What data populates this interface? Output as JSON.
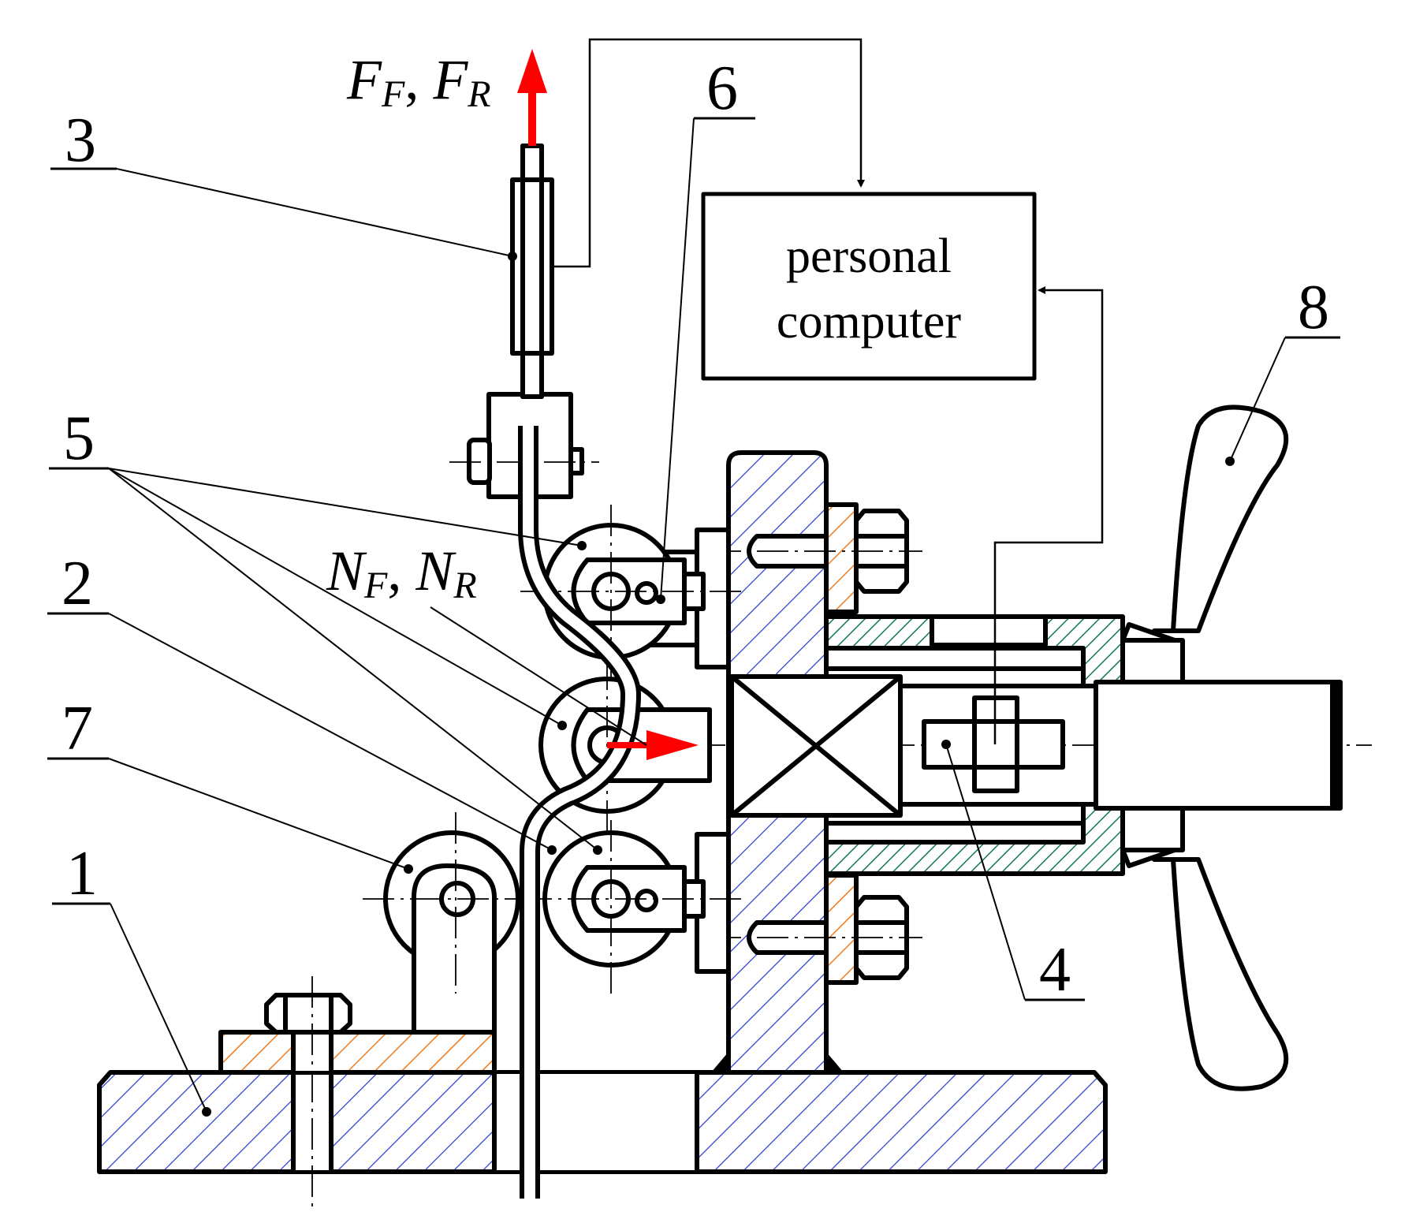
{
  "computer_box": {
    "line1": "personal",
    "line2": "computer"
  },
  "part_labels": [
    "1",
    "2",
    "3",
    "4",
    "5",
    "6",
    "7",
    "8"
  ],
  "force_top": {
    "sym1": "F",
    "sub1": "F",
    "sym2": "F",
    "sub2": "R",
    "sep": ", "
  },
  "force_normal": {
    "sym1": "N",
    "sub1": "F",
    "sym2": "N",
    "sub2": "R",
    "sep": ", "
  },
  "colors": {
    "base_hatch": "#2b3fd0",
    "washer_hatch": "#f07a1c",
    "bushing_hatch": "#0f7a52",
    "force_arrow": "#ff0000"
  }
}
